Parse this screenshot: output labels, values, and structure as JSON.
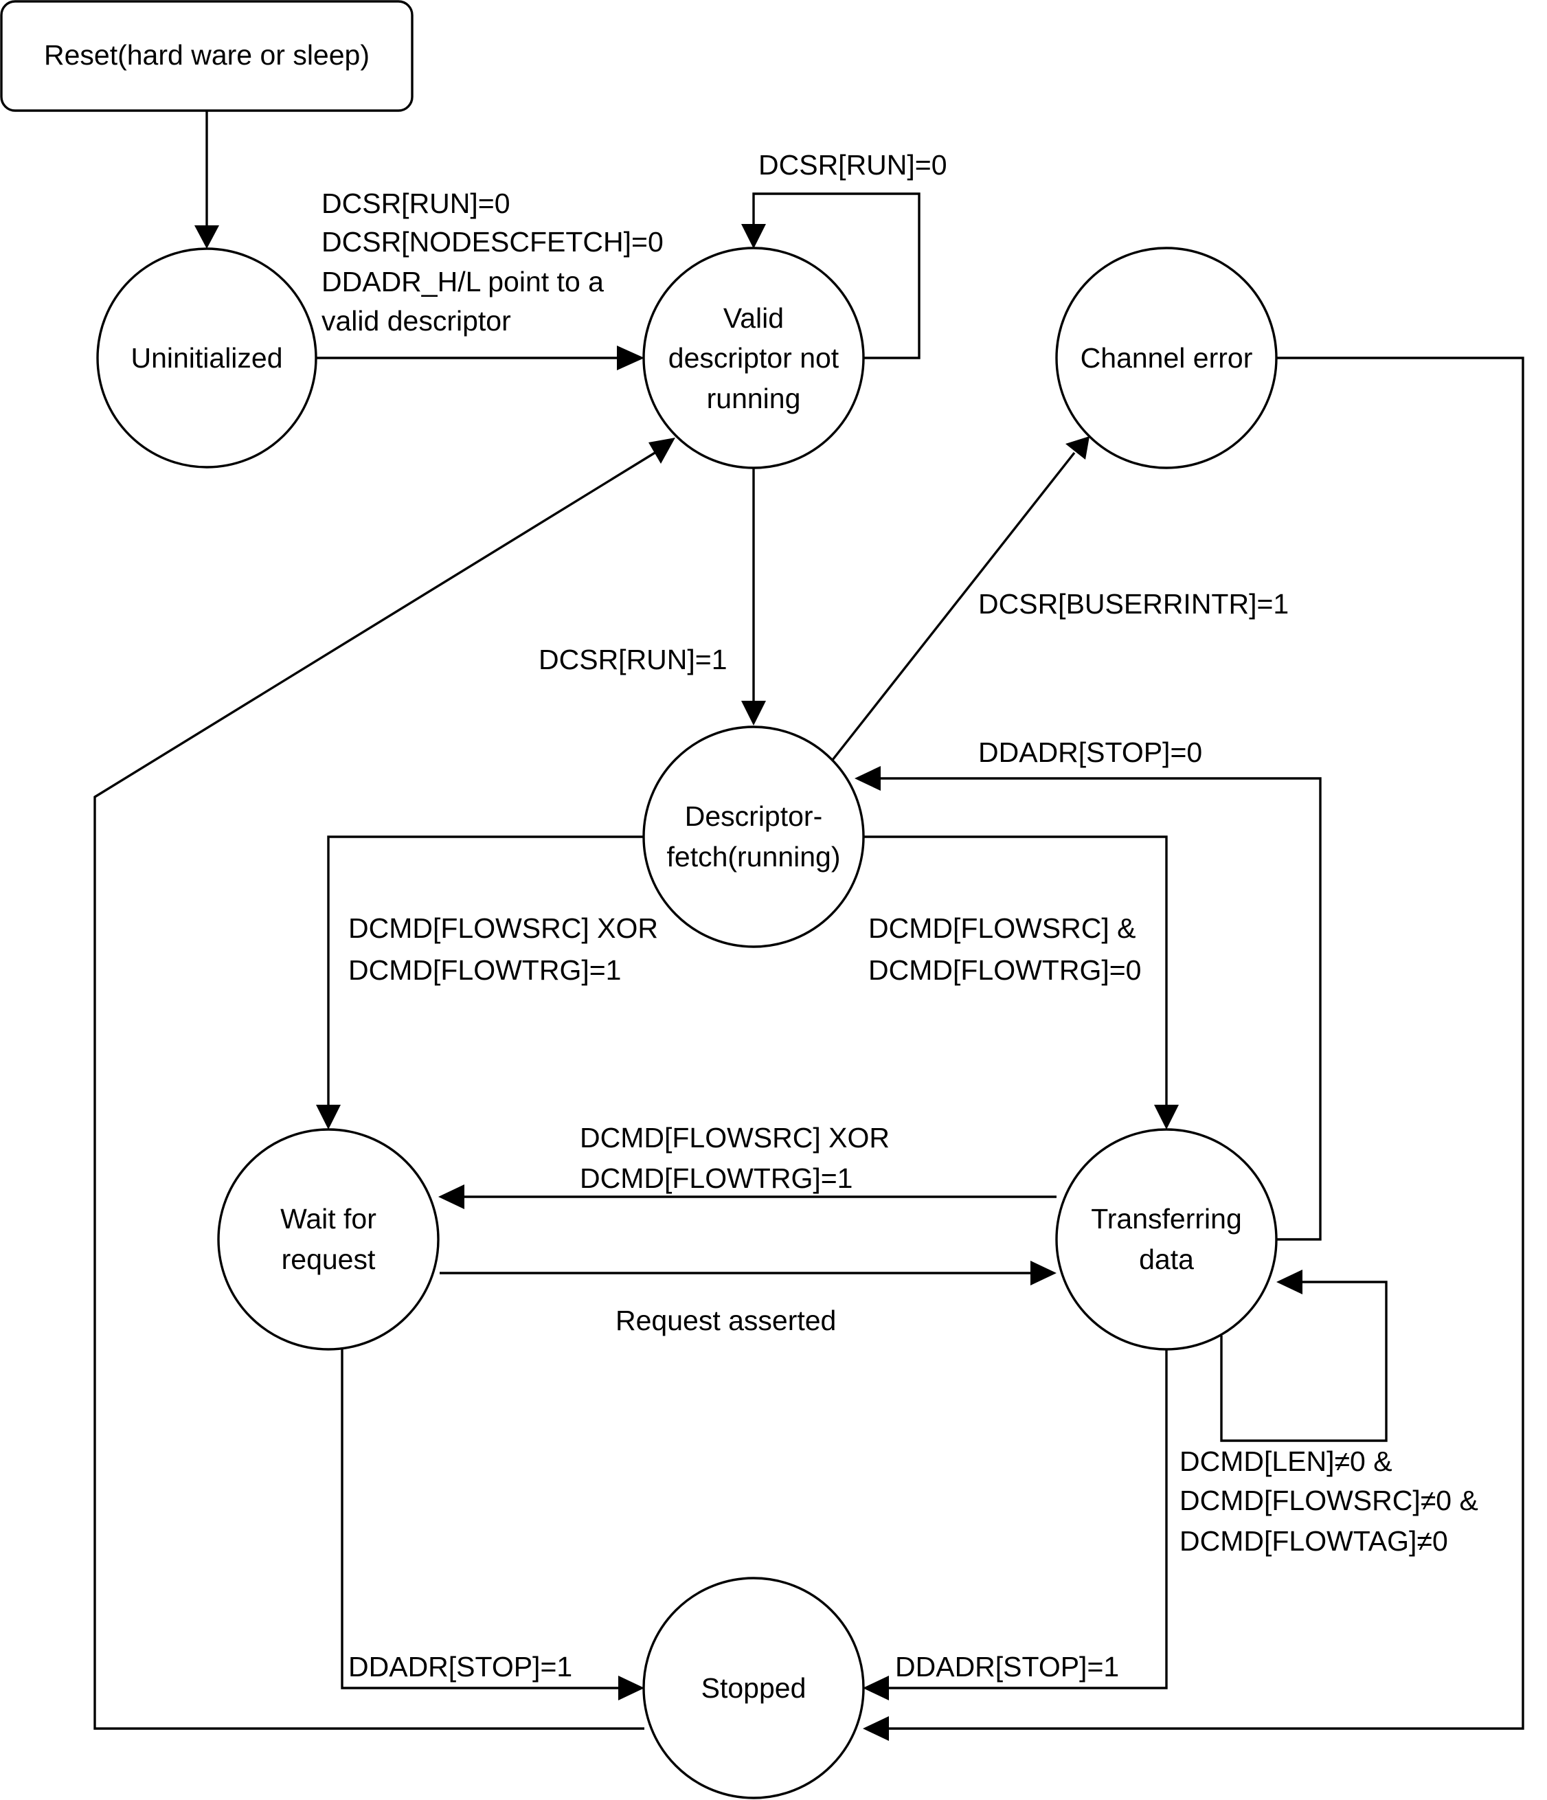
{
  "nodes": {
    "reset": {
      "lines": [
        "Reset(hard ware or sleep)"
      ]
    },
    "uninitialized": {
      "lines": [
        "Uninitialized"
      ]
    },
    "valid": {
      "lines": [
        "Valid",
        "descriptor not",
        "running"
      ]
    },
    "channel_error": {
      "lines": [
        "Channel error"
      ]
    },
    "descriptor_fetch": {
      "lines": [
        "Descriptor-",
        "fetch(running)"
      ]
    },
    "wait": {
      "lines": [
        "Wait for",
        "request"
      ]
    },
    "transferring": {
      "lines": [
        "Transferring",
        "data"
      ]
    },
    "stopped": {
      "lines": [
        "Stopped"
      ]
    }
  },
  "edge_labels": {
    "uninit_to_valid": [
      "DCSR[RUN]=0",
      "DCSR[NODESCFETCH]=0",
      "DDADR_H/L point to a",
      "valid descriptor"
    ],
    "valid_self": [
      "DCSR[RUN]=0"
    ],
    "valid_to_fetch": [
      "DCSR[RUN]=1"
    ],
    "fetch_to_error": [
      "DCSR[BUSERRINTR]=1"
    ],
    "transfer_to_fetch": [
      "DDADR[STOP]=0"
    ],
    "fetch_to_wait": [
      "DCMD[FLOWSRC] XOR",
      "DCMD[FLOWTRG]=1"
    ],
    "fetch_to_transfer": [
      "DCMD[FLOWSRC] &",
      "DCMD[FLOWTRG]=0"
    ],
    "transfer_to_wait": [
      "DCMD[FLOWSRC] XOR",
      "DCMD[FLOWTRG]=1"
    ],
    "wait_to_transfer": [
      "Request asserted"
    ],
    "transfer_self": [
      "DCMD[LEN]≠0 &",
      "DCMD[FLOWSRC]≠0 &",
      "DCMD[FLOWTAG]≠0"
    ],
    "wait_to_stopped": [
      "DDADR[STOP]=1"
    ],
    "transfer_to_stopped": [
      "DDADR[STOP]=1"
    ]
  }
}
